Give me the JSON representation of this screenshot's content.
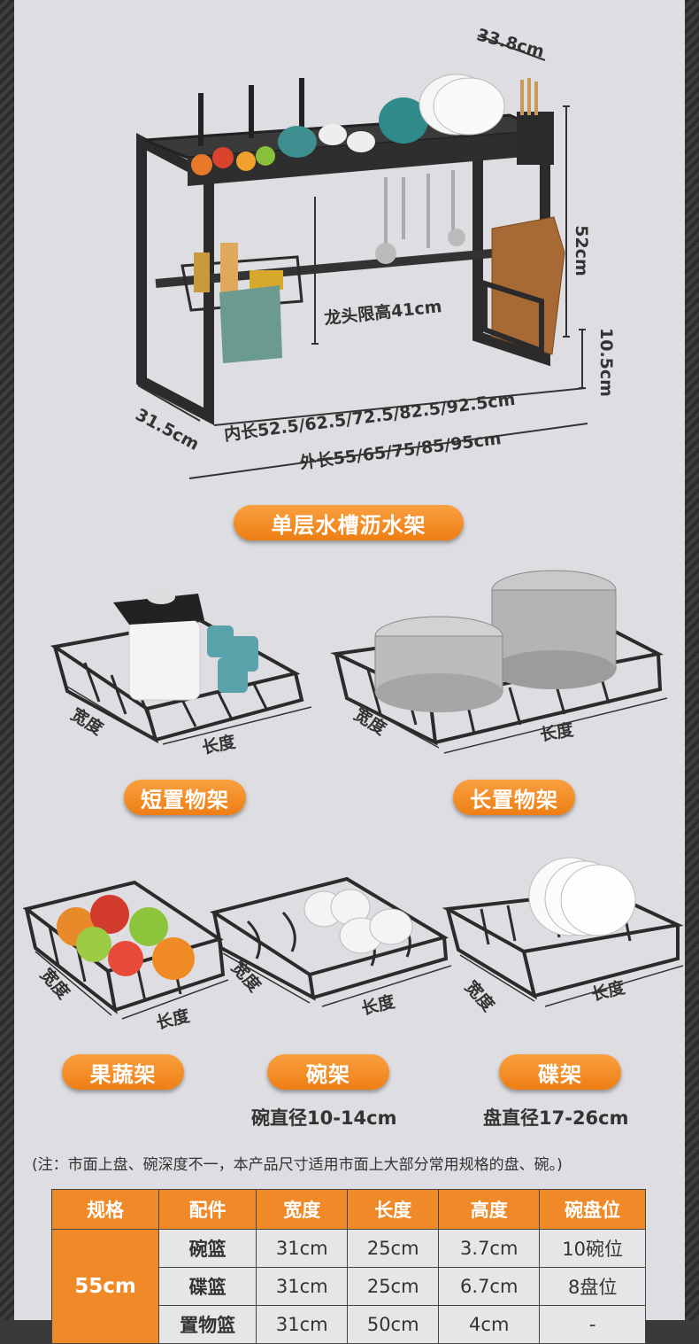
{
  "main": {
    "dims": {
      "depth_top": "33.8cm",
      "height_total": "52cm",
      "faucet_limit": "龙头限高41cm",
      "height_bottom": "10.5cm",
      "width_side": "31.5cm",
      "inner_length": "内长52.5/62.5/72.5/82.5/92.5cm",
      "outer_length": "外长55/65/75/85/95cm"
    },
    "title": "单层水槽沥水架"
  },
  "racks": {
    "short": {
      "label": "短置物架",
      "width": "宽度",
      "length": "长度"
    },
    "long": {
      "label": "长置物架",
      "width": "宽度",
      "length": "长度"
    },
    "fruit": {
      "label": "果蔬架",
      "width": "宽度",
      "length": "长度"
    },
    "bowl": {
      "label": "碗架",
      "width": "宽度",
      "length": "长度",
      "spec": "碗直径10-14cm"
    },
    "plate": {
      "label": "碟架",
      "width": "宽度",
      "length": "长度",
      "spec": "盘直径17-26cm"
    }
  },
  "note": "(注：市面上盘、碗深度不一，本产品尺寸适用市面上大部分常用规格的盘、碗。)",
  "table": {
    "headers": [
      "规格",
      "配件",
      "宽度",
      "长度",
      "高度",
      "碗盘位"
    ],
    "size": "55cm",
    "rows": [
      [
        "碗篮",
        "31cm",
        "25cm",
        "3.7cm",
        "10碗位"
      ],
      [
        "碟篮",
        "31cm",
        "25cm",
        "6.7cm",
        "8盘位"
      ],
      [
        "置物篮",
        "31cm",
        "50cm",
        "4cm",
        "-"
      ]
    ]
  },
  "colors": {
    "accent": "#f08a28",
    "rack": "#2e2e2e",
    "background": "#dedee2"
  }
}
